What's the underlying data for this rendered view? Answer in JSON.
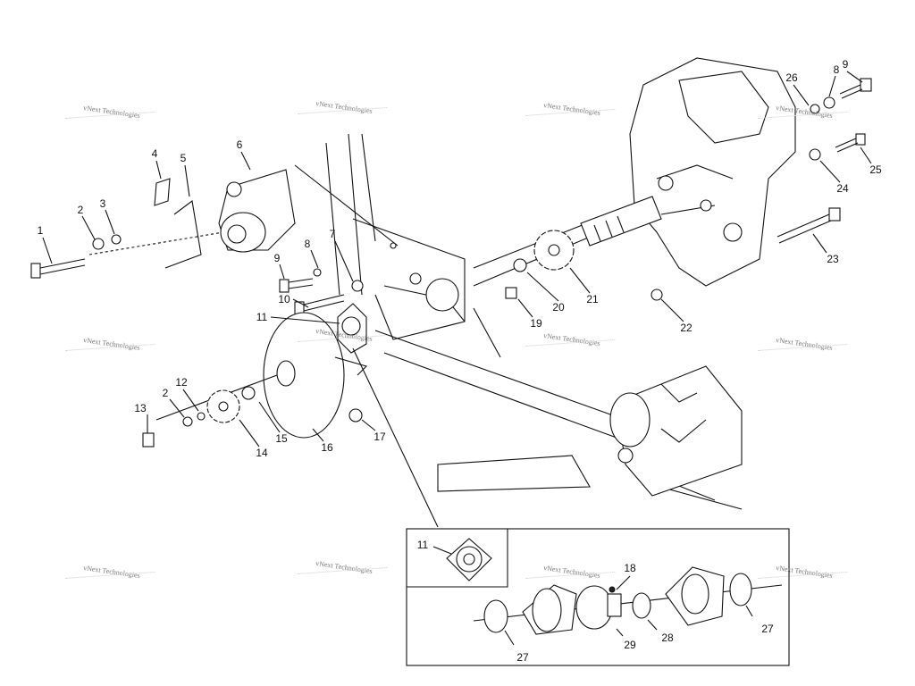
{
  "watermark": "vNext Technologies",
  "callouts": [
    "1",
    "2",
    "3",
    "4",
    "5",
    "6",
    "7",
    "8",
    "9",
    "10",
    "11",
    "12",
    "2",
    "13",
    "14",
    "15",
    "16",
    "17",
    "19",
    "20",
    "21",
    "22",
    "23",
    "24",
    "25",
    "26",
    "8",
    "9"
  ],
  "inset": {
    "detail_callouts": [
      "11"
    ],
    "exploded_callouts": [
      "18",
      "27",
      "29",
      "28",
      "27"
    ]
  }
}
